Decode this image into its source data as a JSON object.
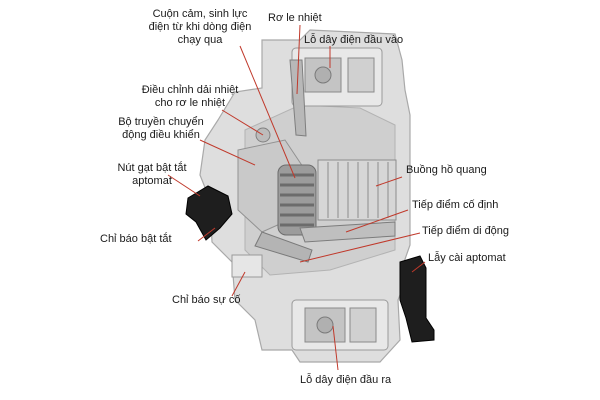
{
  "colors": {
    "leader_line": "#c0392b",
    "housing": "#dedede",
    "housing_shadow": "#a9a9a9",
    "coil": "#9c9c9c",
    "handle": "#1e1e1e",
    "label_text": "#1a1a1a"
  },
  "labels": {
    "coil": [
      "Cuộn cảm, sinh lực",
      "điện từ khi dòng điện",
      "chạy qua"
    ],
    "thermal_relay": "Rơ le nhiệt",
    "input_terminal": "Lỗ dây điện đầu vào",
    "thermal_adjust": [
      "Điều chỉnh dải nhiệt",
      "cho rơ le nhiệt"
    ],
    "control_transmission": [
      "Bộ truyền chuyển",
      "động điều khiển"
    ],
    "toggle_knob": [
      "Nút gạt bật tắt",
      "aptomat"
    ],
    "arc_chamber": "Buồng hồ quang",
    "fixed_contact": "Tiếp điểm cố định",
    "moving_contact": "Tiếp điểm di động",
    "on_off_indicator": "Chỉ báo bật tắt",
    "mounting_latch": "Lẫy cài aptomat",
    "fault_indicator": "Chỉ báo sự cố",
    "output_terminal": "Lỗ dây điện đầu ra"
  }
}
